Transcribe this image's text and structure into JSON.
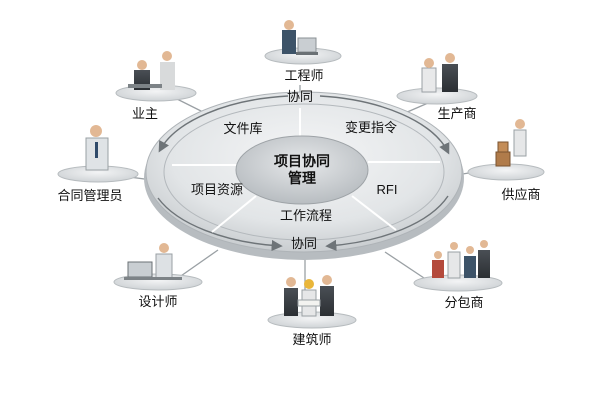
{
  "center": {
    "line1": "项目协同",
    "line2": "管理"
  },
  "ring": {
    "top": "协同",
    "bottom": "协同"
  },
  "sectors": {
    "top_left": "文件库",
    "top_right": "变更指令",
    "bottom_left": "项目资源",
    "right": "RFI",
    "bottom": "工作流程"
  },
  "stakeholders": {
    "engineer": "工程师",
    "owner": "业主",
    "manufacturer": "生产商",
    "contract_manager": "合同管理员",
    "supplier": "供应商",
    "designer": "设计师",
    "subcontractor": "分包商",
    "architect": "建筑师"
  },
  "colors": {
    "ring_outer": "#cfd3d6",
    "ring_mid": "#e3e6e8",
    "hub": "#bfc4c7",
    "pedestal": "#dcdfe1",
    "arrow": "#6e7478"
  }
}
